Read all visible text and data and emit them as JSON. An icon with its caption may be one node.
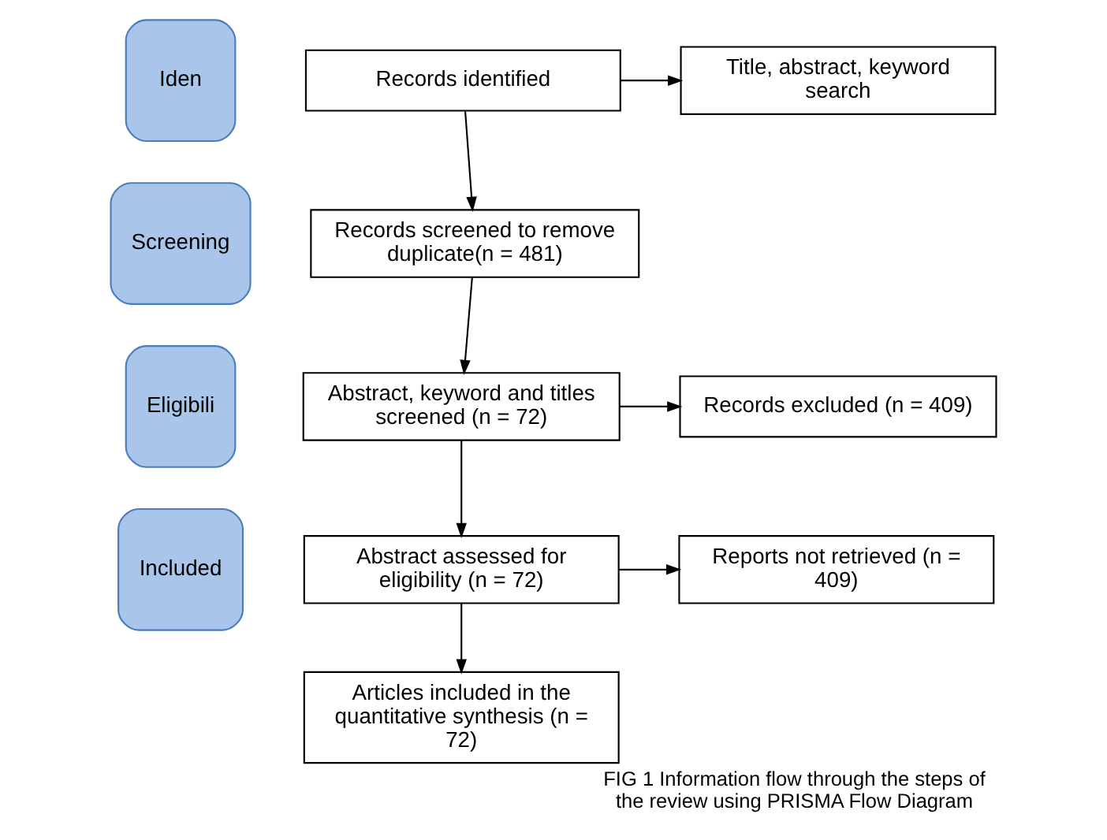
{
  "diagram": {
    "caption": "FIG 1 Information flow through the steps of the review using PRISMA Flow Diagram",
    "nodes": [
      {
        "text": [
          "Iden"
        ]
      },
      {
        "text": [
          "Screening"
        ]
      },
      {
        "text": [
          "Eligibili"
        ]
      },
      {
        "text": [
          "Included"
        ]
      },
      {
        "text": [
          "Records identified"
        ]
      },
      {
        "text": [
          "Title, abstract, keyword search"
        ]
      },
      {
        "text": [
          "Records screened to remove duplicate(n = 481)"
        ]
      },
      {
        "text": [
          "Abstract, keyword and titles screened (n = 72)"
        ]
      },
      {
        "text": [
          "Records excluded (n = 409)"
        ]
      },
      {
        "text": [
          "Abstract assessed for eligibility (n = 72)"
        ]
      },
      {
        "text": [
          "Reports not retrieved (n = 409)"
        ]
      },
      {
        "text": [
          "Articles included in the quantitative synthesis (n = 72)"
        ]
      }
    ],
    "edges": [
      {
        "from": 4,
        "to": 5,
        "arrow": "to"
      },
      {
        "from": 4,
        "to": 6,
        "arrow": "to"
      },
      {
        "from": 6,
        "to": 7,
        "arrow": "to"
      },
      {
        "from": 7,
        "to": 8,
        "arrow": "to"
      },
      {
        "from": 7,
        "to": 9,
        "arrow": "to"
      },
      {
        "from": 9,
        "to": 10,
        "arrow": "to"
      },
      {
        "from": 9,
        "to": 11,
        "arrow": "to"
      }
    ]
  }
}
